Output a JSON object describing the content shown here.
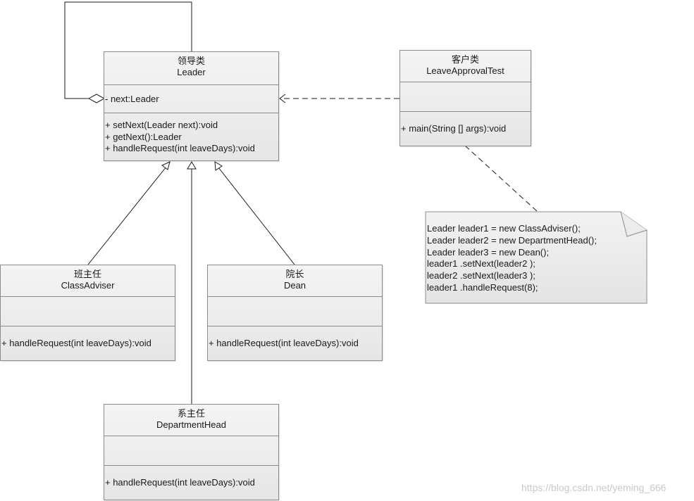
{
  "classes": {
    "leader": {
      "title": "领导类",
      "name": "Leader",
      "attributes": [
        "- next:Leader"
      ],
      "methods": [
        "+ setNext(Leader next):void",
        "+ getNext():Leader",
        "+ handleRequest(int leaveDays):void"
      ]
    },
    "client": {
      "title": "客户类",
      "name": "LeaveApprovalTest",
      "attributes": [],
      "methods": [
        "+ main(String [] args):void"
      ]
    },
    "class_adviser": {
      "title": "班主任",
      "name": "ClassAdviser",
      "attributes": [],
      "methods": [
        "+ handleRequest(int leaveDays):void"
      ]
    },
    "dean": {
      "title": "院长",
      "name": "Dean",
      "attributes": [],
      "methods": [
        "+ handleRequest(int leaveDays):void"
      ]
    },
    "department_head": {
      "title": "系主任",
      "name": "DepartmentHead",
      "attributes": [],
      "methods": [
        "+ handleRequest(int leaveDays):void"
      ]
    }
  },
  "note": {
    "lines": [
      "Leader leader1 = new ClassAdviser();",
      "Leader leader2 = new DepartmentHead();",
      "Leader leader3 = new Dean();",
      "leader1 .setNext(leader2 );",
      "leader2 .setNext(leader3 );",
      "leader1 .handleRequest(8);"
    ]
  },
  "watermark": "https://blog.csdn.net/yeming_666",
  "colors": {
    "line": "#1a1a1a",
    "border": "#8c8c8c",
    "fill": "#ececec",
    "watermark": "#c9c9c9"
  }
}
